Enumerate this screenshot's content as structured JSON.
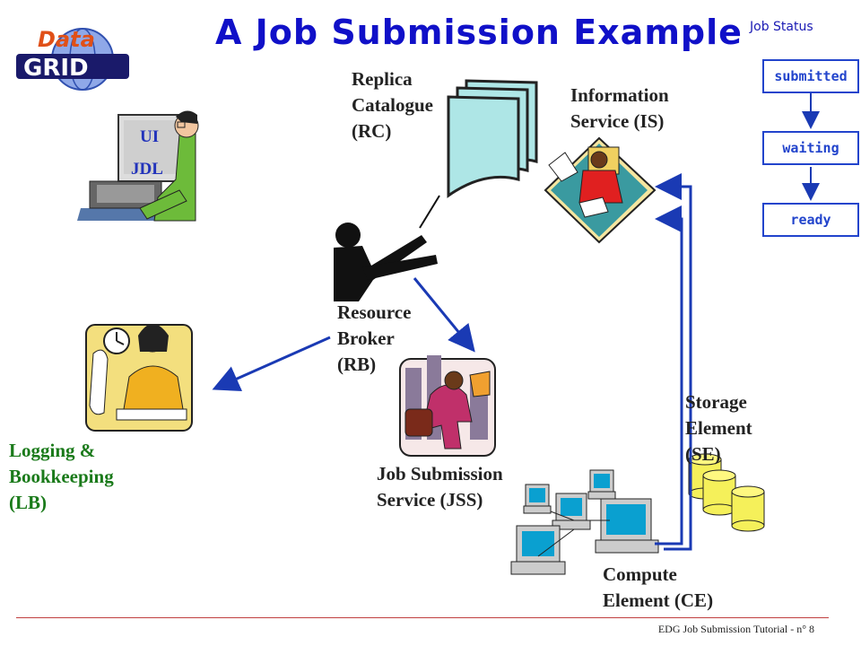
{
  "title": "A Job Submission Example",
  "logo": {
    "text_top": "Data",
    "text_bottom": "GRID"
  },
  "user_interface": {
    "ui_label": "UI",
    "jdl_label": "JDL"
  },
  "components": {
    "replica_catalogue": "Replica Catalogue (RC)",
    "replica_line1": "Replica",
    "replica_line2": "Catalogue",
    "replica_line3": "(RC)",
    "information_line1": "Information",
    "information_line2": "Service (IS)",
    "resource_line1": "Resource",
    "resource_line2": "Broker",
    "resource_line3": "(RB)",
    "logging_line1": "Logging &",
    "logging_line2": "Bookkeeping",
    "logging_line3": "(LB)",
    "jss_line1": "Job Submission",
    "jss_line2": "Service (JSS)",
    "storage_line1": "Storage",
    "storage_line2": "Element",
    "storage_line3": "(SE)",
    "compute_line1": "Compute",
    "compute_line2": "Element (CE)"
  },
  "job_status": {
    "heading": "Job Status",
    "states": [
      "submitted",
      "waiting",
      "ready"
    ]
  },
  "footer": "EDG Job Submission Tutorial - n° 8",
  "colors": {
    "title": "#1010c8",
    "arrow": "#1a3ab4",
    "status_border": "#2244cc",
    "logging_text": "#1a7a1a"
  }
}
